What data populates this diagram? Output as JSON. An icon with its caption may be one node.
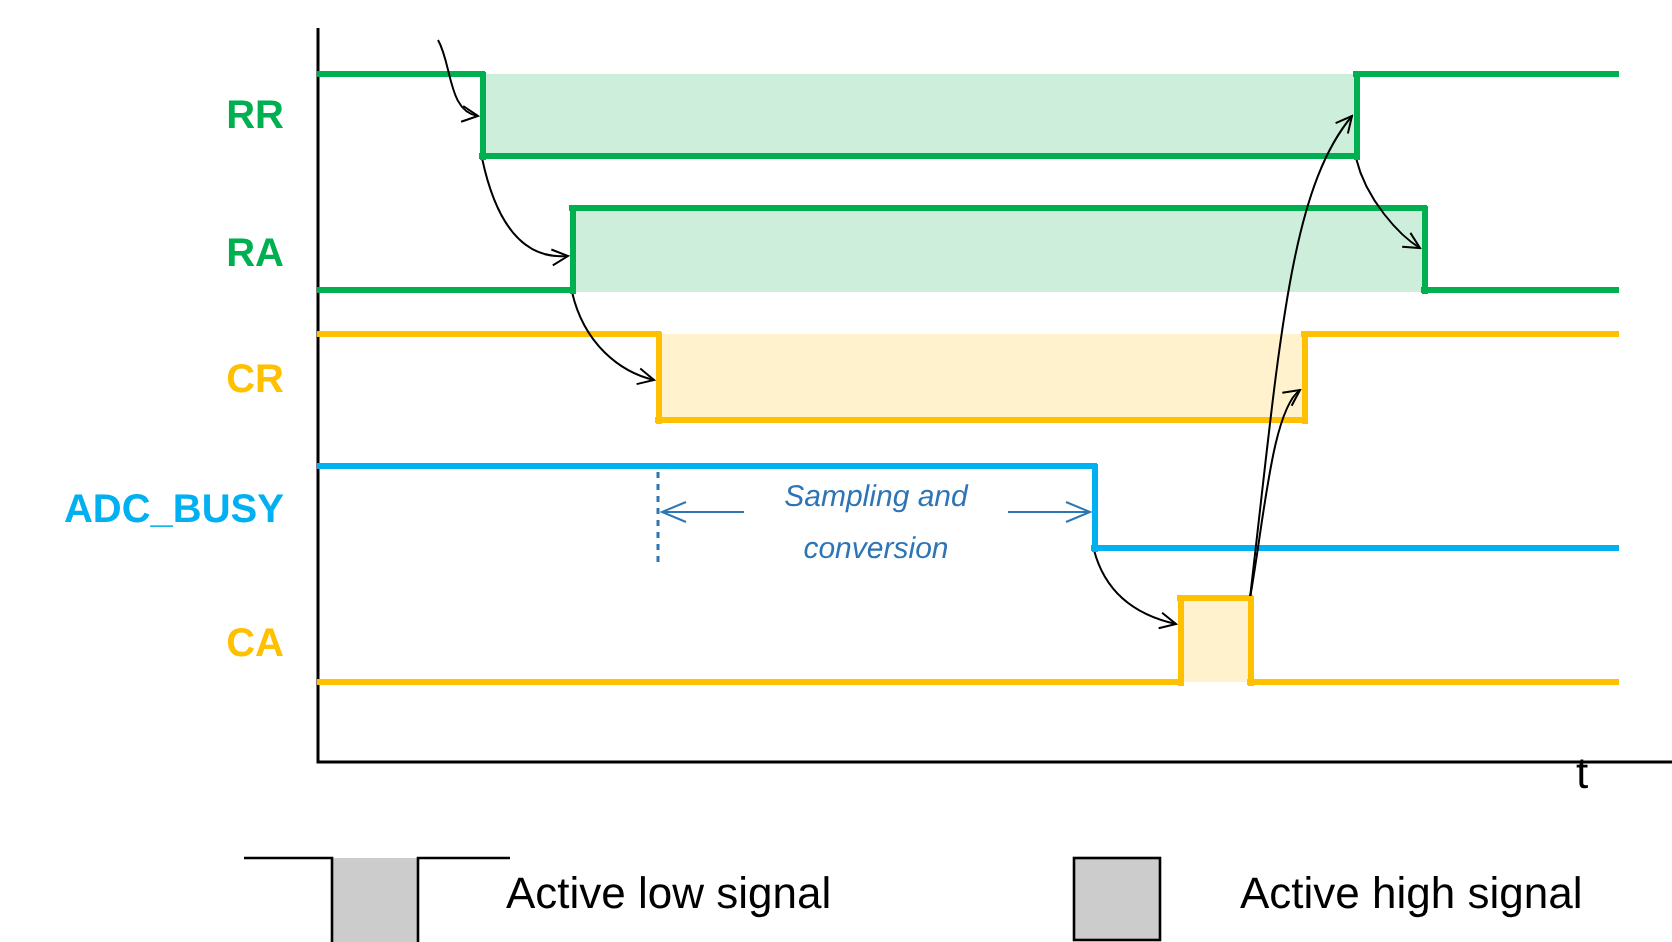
{
  "diagram": {
    "nodes": [
      {
        "text": [],
        "shape": "bar"
      },
      {
        "text": [],
        "shape": "bar"
      },
      {
        "text": [],
        "shape": "bar"
      },
      {
        "text": [],
        "shape": "bar"
      },
      {
        "text": [],
        "shape": "bar"
      },
      {
        "text": [],
        "shape": "bar"
      },
      {
        "text": [],
        "shape": "bar"
      },
      {
        "text": [],
        "shape": "bar"
      },
      {
        "text": [],
        "shape": "bar"
      }
    ],
    "edges": [
      {
        "from": null,
        "to": 0,
        "arrow": "to"
      },
      {
        "from": 0,
        "to": 2,
        "arrow": "to"
      },
      {
        "from": 2,
        "to": 4,
        "arrow": "to"
      },
      {
        "from": 6,
        "to": 7,
        "arrow": "to"
      },
      {
        "from": 8,
        "to": 5,
        "arrow": "to"
      },
      {
        "from": 8,
        "to": 1,
        "arrow": "to"
      },
      {
        "from": 1,
        "to": 3,
        "arrow": "to"
      }
    ],
    "labels": [
      "RR",
      "RA",
      "CR",
      "ADC_BUSY",
      "CA",
      "Sampling and conversion",
      "t"
    ],
    "legend": [
      {
        "text": "Active low signal"
      },
      {
        "text": "Active high signal"
      }
    ]
  }
}
